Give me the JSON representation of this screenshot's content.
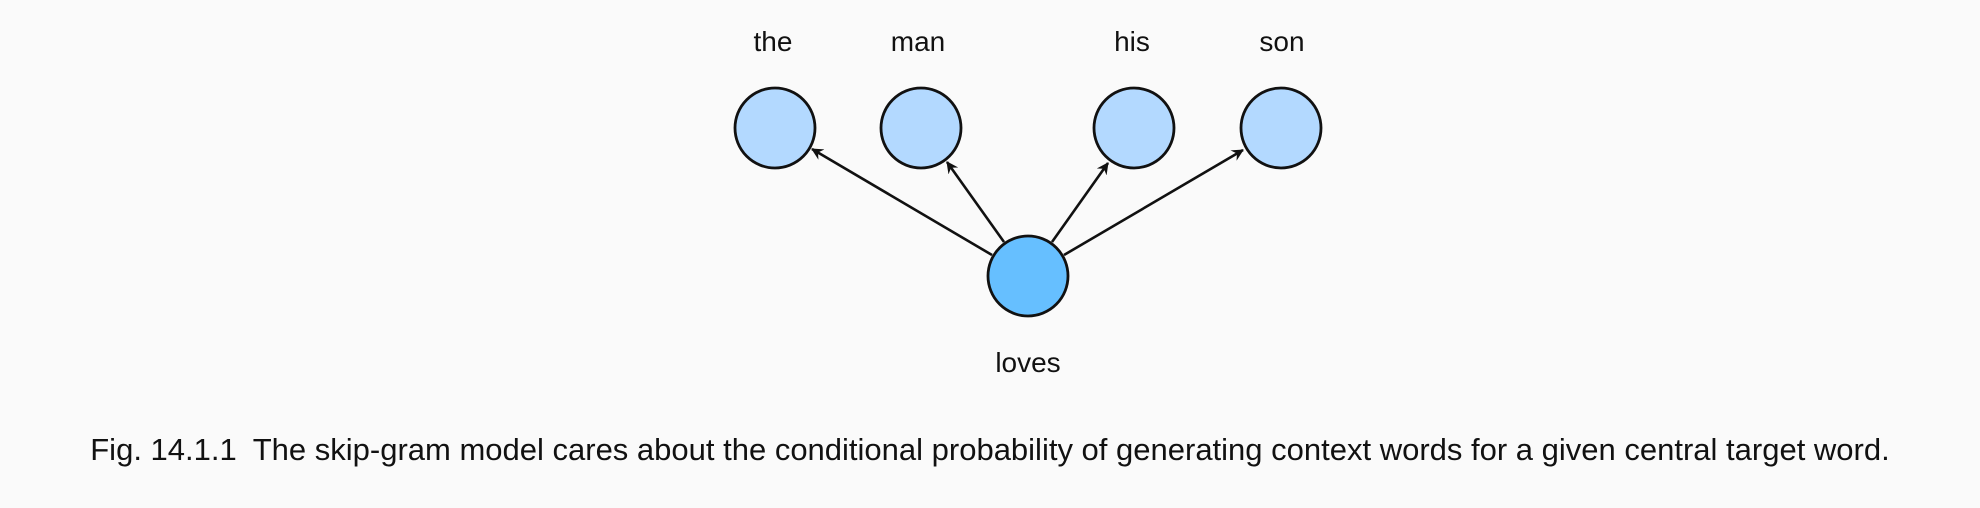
{
  "diagram": {
    "center_word": {
      "label": "loves",
      "color": "#66bfff"
    },
    "context_words": [
      {
        "label": "the",
        "color": "#b3d9ff"
      },
      {
        "label": "man",
        "color": "#b3d9ff"
      },
      {
        "label": "his",
        "color": "#b3d9ff"
      },
      {
        "label": "son",
        "color": "#b3d9ff"
      }
    ],
    "edge_color": "#111111",
    "outline_color": "#111111"
  },
  "caption": {
    "figure_number": "Fig. 14.1.1",
    "text": "The skip-gram model cares about the conditional probability of generating context words for a given central target word."
  }
}
